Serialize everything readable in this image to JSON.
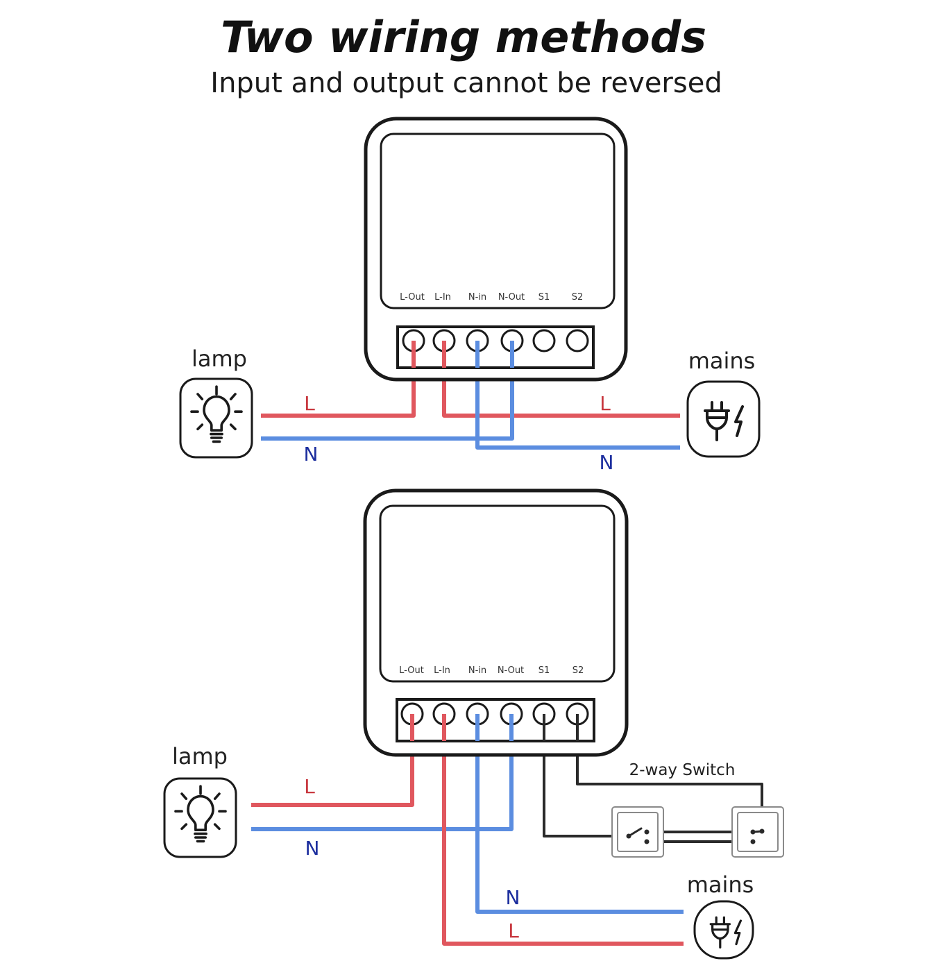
{
  "title": "Two wiring methods",
  "subtitle": "Input and output cannot be reversed",
  "terminals": [
    "L-Out",
    "L-In",
    "N-in",
    "N-Out",
    "S1",
    "S2"
  ],
  "labels": {
    "lamp": "lamp",
    "mains": "mains",
    "live": "L",
    "neutral": "N",
    "switch": "2-way Switch"
  },
  "colors": {
    "live": "#e0575e",
    "neutral": "#5b8de0",
    "switch_wire": "#2a2a2a",
    "outline": "#1a1a1a",
    "live_text": "#c8383f",
    "neutral_text": "#1c2e9e"
  },
  "icons": {
    "lamp": "lightbulb-icon",
    "mains": "plug-lightning-icon",
    "switch": "rocker-switch-icon"
  }
}
